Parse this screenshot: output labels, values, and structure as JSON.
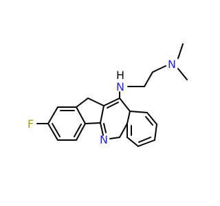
{
  "molecule": {
    "atoms": {
      "amine_N": "N",
      "amine_H": "H",
      "dimethylamine_N": "N",
      "ring_N": "N",
      "fluorine": "F"
    },
    "colors": {
      "nitrogen": "#2020e8",
      "fluorine": "#a0a010",
      "bond": "#000000",
      "background": "#ffffff"
    }
  }
}
